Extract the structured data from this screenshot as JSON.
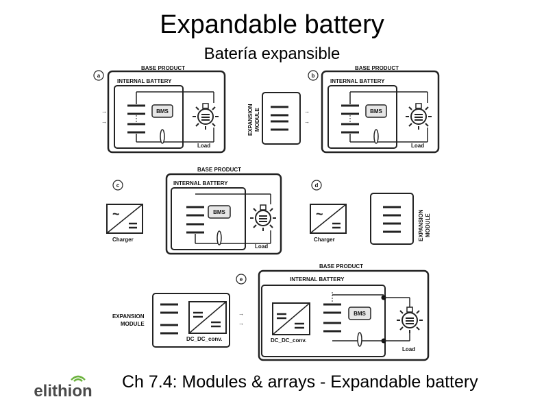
{
  "slide": {
    "title": "Expandable battery",
    "subtitle": "Batería expansible",
    "footer": "Ch 7.4: Modules & arrays - Expandable battery"
  },
  "logo": {
    "text": "elithion",
    "colors": {
      "accent": "#6db33f",
      "text": "#4a4a4a"
    }
  },
  "diagram": {
    "panel_a": {
      "letter": "a",
      "base_product": "BASE PRODUCT",
      "internal_battery": "INTERNAL BATTERY",
      "bms": "BMS",
      "load": "Load"
    },
    "panel_b": {
      "letter": "b",
      "base_product": "BASE PRODUCT",
      "internal_battery": "INTERNAL BATTERY",
      "bms": "BMS",
      "load": "Load",
      "expansion_1": "EXPANSION",
      "expansion_2": "MODULE"
    },
    "panel_c": {
      "letter": "c",
      "base_product": "BASE PRODUCT",
      "internal_battery": "INTERNAL BATTERY",
      "bms": "BMS",
      "load": "Load",
      "charger": "Charger"
    },
    "panel_d": {
      "letter": "d",
      "charger": "Charger",
      "expansion_1": "EXPANSION",
      "expansion_2": "MODULE"
    },
    "panel_e": {
      "letter": "e",
      "base_product": "BASE PRODUCT",
      "internal_battery": "INTERNAL BATTERY",
      "bms": "BMS",
      "load": "Load",
      "expansion_1": "EXPANSION",
      "expansion_2": "MODULE",
      "dcdc_1": "DC_DC_conv.",
      "dcdc_2": "DC_DC_conv."
    }
  }
}
